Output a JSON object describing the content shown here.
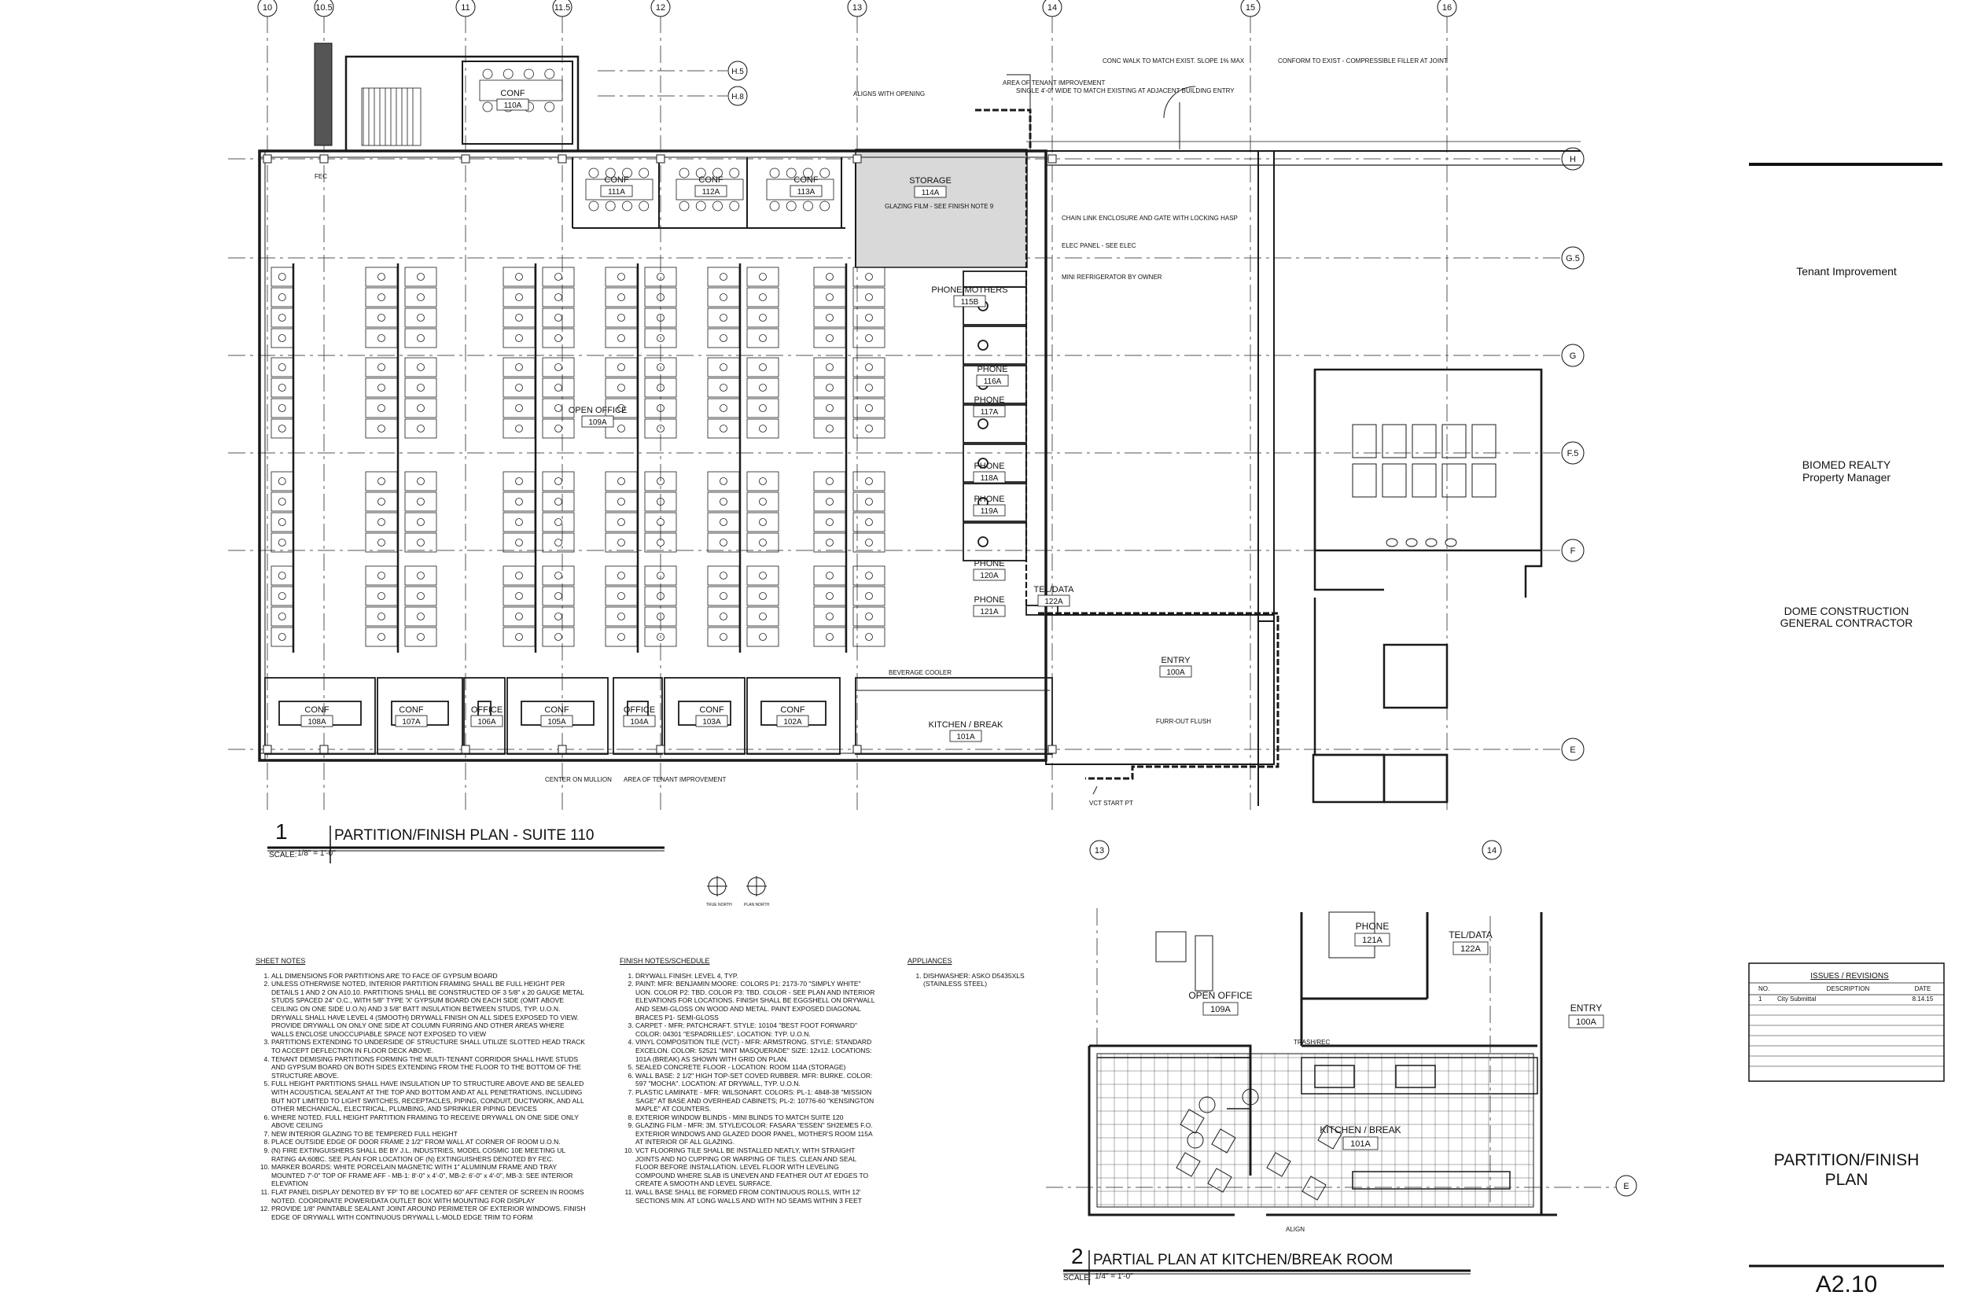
{
  "grid_lines_top": [
    "10",
    "10.5",
    "11",
    "11.5",
    "12",
    "13",
    "14",
    "15",
    "16"
  ],
  "grid_lines_right": [
    "H",
    "G.5",
    "G",
    "F.5",
    "F",
    "E"
  ],
  "grid_lines_misc": [
    "H.5",
    "H.8"
  ],
  "title_block": {
    "project": "Tenant Improvement",
    "owner_line1": "BIOMED REALTY",
    "owner_line2": "Property Manager",
    "contractor_line1": "DOME CONSTRUCTION",
    "contractor_line2": "GENERAL CONTRACTOR",
    "issues_header": "ISSUES / REVISIONS",
    "rev_columns": [
      "NO.",
      "DESCRIPTION",
      "DATE"
    ],
    "rev_rows": [
      {
        "no": "1",
        "desc": "City Submittal",
        "date": "8.14.15"
      }
    ],
    "sheet_title_line1": "PARTITION/FINISH",
    "sheet_title_line2": "PLAN",
    "sheet_number": "A2.10"
  },
  "plan1": {
    "number": "1",
    "title": "PARTITION/FINISH PLAN - SUITE 110",
    "scale": "1/8\" = 1'-0\"",
    "scale_label": "SCALE:"
  },
  "plan2": {
    "number": "2",
    "title": "PARTIAL PLAN AT KITCHEN/BREAK ROOM",
    "scale": "1/4\" = 1'-0\"",
    "scale_label": "SCALE:"
  },
  "rooms": [
    {
      "name": "STORAGE",
      "num": "114A"
    },
    {
      "name": "PHONE/MOTHERS",
      "num": "115B"
    },
    {
      "name": "PHONE",
      "num": "116A"
    },
    {
      "name": "PHONE",
      "num": "117A"
    },
    {
      "name": "PHONE",
      "num": "118A"
    },
    {
      "name": "PHONE",
      "num": "119A"
    },
    {
      "name": "PHONE",
      "num": "120A"
    },
    {
      "name": "PHONE",
      "num": "121A"
    },
    {
      "name": "TEL/DATA",
      "num": "122A"
    },
    {
      "name": "OPEN OFFICE",
      "num": "109A"
    },
    {
      "name": "CONF",
      "num": "108A"
    },
    {
      "name": "CONF",
      "num": "107A"
    },
    {
      "name": "OFFICE",
      "num": "106A"
    },
    {
      "name": "CONF",
      "num": "105A"
    },
    {
      "name": "OFFICE",
      "num": "104A"
    },
    {
      "name": "CONF",
      "num": "103A"
    },
    {
      "name": "CONF",
      "num": "102A"
    },
    {
      "name": "KITCHEN / BREAK",
      "num": "101A"
    },
    {
      "name": "ENTRY",
      "num": "100A"
    },
    {
      "name": "CONF",
      "num": "110A"
    },
    {
      "name": "CONF",
      "num": "111A"
    },
    {
      "name": "CONF",
      "num": "112A"
    },
    {
      "name": "CONF",
      "num": "113A"
    }
  ],
  "plan2_rooms": [
    {
      "name": "PHONE",
      "num": "121A"
    },
    {
      "name": "TEL/DATA",
      "num": "122A"
    },
    {
      "name": "OPEN OFFICE",
      "num": "109A"
    },
    {
      "name": "ENTRY",
      "num": "100A"
    },
    {
      "name": "KITCHEN / BREAK",
      "num": "101A"
    }
  ],
  "callouts": [
    "AREA OF TENANT IMPROVEMENT",
    "CONC WALK TO MATCH EXIST. SLOPE 1% MAX",
    "CONFORM TO EXIST - COMPRESSIBLE FILLER AT JOINT",
    "SINGLE 4'-0\" WIDE TO MATCH EXISTING AT ADJACENT BUILDING ENTRY",
    "ALIGNS WITH OPENING",
    "CHAIN LINK ENCLOSURE AND GATE WITH LOCKING HASP",
    "ELEC PANEL - SEE ELEC",
    "MINI REFRIGERATOR BY OWNER",
    "GLAZING FILM - SEE FINISH NOTE 9",
    "BEVERAGE COOLER",
    "FURR-OUT FLUSH",
    "CENTER ON MULLION",
    "AREA OF TENANT IMPROVEMENT",
    "VCT START PT",
    "TRASH/REC",
    "ALIGN",
    "FEC"
  ],
  "north_labels": [
    "TRUE NORTH",
    "PLAN NORTH"
  ],
  "sheet_notes": {
    "title": "SHEET NOTES",
    "items": [
      "ALL DIMENSIONS FOR PARTITIONS ARE TO FACE OF GYPSUM BOARD",
      "UNLESS OTHERWISE NOTED, INTERIOR PARTITION FRAMING SHALL BE FULL HEIGHT PER DETAILS 1 AND 2 ON A10.10. PARTITIONS SHALL BE CONSTRUCTED OF 3 5/8\" x 20 GAUGE METAL STUDS SPACED 24\" O.C., WITH 5/8\" TYPE 'X' GYPSUM BOARD ON EACH SIDE (OMIT ABOVE CEILING ON ONE SIDE U.O.N) AND 3 5/8\" BATT INSULATION BETWEEN STUDS, TYP. U.O.N. DRYWALL SHALL HAVE LEVEL 4 (SMOOTH) DRYWALL FINISH ON ALL SIDES EXPOSED TO VIEW. PROVIDE DRYWALL ON ONLY ONE SIDE AT COLUMN FURRING AND OTHER AREAS WHERE WALLS ENCLOSE UNOCCUPIABLE SPACE NOT EXPOSED TO VIEW",
      "PARTITIONS EXTENDING TO UNDERSIDE OF STRUCTURE SHALL UTILIZE SLOTTED HEAD TRACK TO ACCEPT DEFLECTION IN FLOOR DECK ABOVE.",
      "TENANT DEMISING PARTITIONS FORMING THE MULTI-TENANT CORRIDOR SHALL HAVE STUDS AND GYPSUM BOARD ON BOTH SIDES EXTENDING FROM THE FLOOR TO THE BOTTOM OF THE STRUCTURE ABOVE.",
      "FULL HEIGHT PARTITIONS SHALL HAVE INSULATION UP TO STRUCTURE ABOVE AND BE SEALED WITH ACOUSTICAL SEALANT AT THE TOP AND BOTTOM AND AT ALL PENETRATIONS, INCLUDING BUT NOT LIMITED TO LIGHT SWITCHES, RECEPTACLES, PIPING, CONDUIT, DUCTWORK, AND ALL OTHER MECHANICAL, ELECTRICAL, PLUMBING, AND SPRINKLER PIPING DEVICES",
      "WHERE NOTED, FULL HEIGHT PARTITION FRAMING TO RECEIVE DRYWALL ON ONE SIDE ONLY ABOVE CEILING",
      "NEW INTERIOR GLAZING TO BE TEMPERED FULL HEIGHT",
      "PLACE OUTSIDE EDGE OF DOOR FRAME 2 1/2\" FROM WALL AT CORNER OF ROOM U.O.N.",
      "(N) FIRE EXTINGUISHERS SHALL BE BY J.L. INDUSTRIES, MODEL COSMIC 10E MEETING UL RATING 4A:60BC. SEE PLAN FOR LOCATION OF (N) EXTINGUISHERS DENOTED BY FEC.",
      "MARKER BOARDS: WHITE PORCELAIN MAGNETIC WITH 1\" ALUMINUM FRAME AND TRAY MOUNTED 7'-0\" TOP OF FRAME AFF - MB-1: 8'-0\" x 4'-0\", MB-2: 6'-0\" x 4'-0\", MB-3: SEE INTERIOR ELEVATION",
      "FLAT PANEL DISPLAY DENOTED BY 'FP' TO BE LOCATED 60\" AFF CENTER OF SCREEN IN ROOMS NOTED. COORDINATE POWER/DATA OUTLET BOX WITH MOUNTING FOR DISPLAY",
      "PROVIDE 1/8\" PAINTABLE SEALANT JOINT AROUND PERIMETER OF EXTERIOR WINDOWS. FINISH EDGE OF DRYWALL WITH CONTINUOUS DRYWALL L-MOLD EDGE TRIM TO FORM"
    ]
  },
  "finish_notes": {
    "title": "FINISH NOTES/SCHEDULE",
    "items": [
      "DRYWALL FINISH: LEVEL 4, TYP.",
      "PAINT: MFR: BENJAMIN MOORE: COLORS P1: 2173-70 \"SIMPLY WHITE\" UON. COLOR P2: TBD. COLOR P3: TBD. COLOR - SEE PLAN AND INTERIOR ELEVATIONS FOR LOCATIONS. FINISH SHALL BE EGGSHELL ON DRYWALL AND SEMI-GLOSS ON WOOD AND METAL. PAINT EXPOSED DIAGONAL BRACES P1- SEMI-GLOSS",
      "CARPET - MFR: PATCHCRAFT. STYLE: 10104 \"BEST FOOT FORWARD\" COLOR: 04301 \"ESPADRILLES\". LOCATION: TYP. U.O.N.",
      "VINYL COMPOSITION TILE (VCT) - MFR: ARMSTRONG. STYLE: STANDARD EXCELON. COLOR: 52521 \"MINT MASQUERADE\" SIZE: 12x12. LOCATIONS: 101A (BREAK) AS SHOWN WITH GRID ON PLAN.",
      "SEALED CONCRETE FLOOR - LOCATION: ROOM 114A (STORAGE)",
      "WALL BASE: 2 1/2\" HIGH TOP-SET COVED RUBBER. MFR: BURKE. COLOR: 597 \"MOCHA\". LOCATION: AT DRYWALL, TYP. U.O.N.",
      "PLASTIC LAMINATE - MFR: WILSONART. COLORS: PL-1: 4848-38 \"MISSION SAGE\" AT BASE AND OVERHEAD CABINETS; PL-2: 10776-60 \"KENSINGTON MAPLE\" AT COUNTERS.",
      "EXTERIOR WINDOW BLINDS - MINI BLINDS TO MATCH SUITE 120",
      "GLAZING FILM - MFR: 3M. STYLE/COLOR: FASARA \"ESSEN\" SH2EMES F.O. EXTERIOR WINDOWS AND GLAZED DOOR PANEL, MOTHER'S ROOM 115A AT INTERIOR OF ALL GLAZING.",
      "VCT FLOORING TILE SHALL BE INSTALLED NEATLY, WITH STRAIGHT JOINTS AND NO CUPPING OR WARPING OF TILES. CLEAN AND SEAL FLOOR BEFORE INSTALLATION. LEVEL FLOOR WITH LEVELING COMPOUND WHERE SLAB IS UNEVEN AND FEATHER OUT AT EDGES TO CREATE A SMOOTH AND LEVEL SURFACE.",
      "WALL BASE SHALL BE FORMED FROM CONTINUOUS ROLLS, WITH 12' SECTIONS MIN. AT LONG WALLS AND WITH NO SEAMS WITHIN 3 FEET"
    ]
  },
  "appliances": {
    "title": "APPLIANCES",
    "items": [
      "DISHWASHER: ASKO D5435XLS (STAINLESS STEEL)"
    ]
  },
  "colors": {
    "line": "#1a1a1a",
    "storage_fill": "#d9d9d9",
    "grid": "#555555"
  }
}
